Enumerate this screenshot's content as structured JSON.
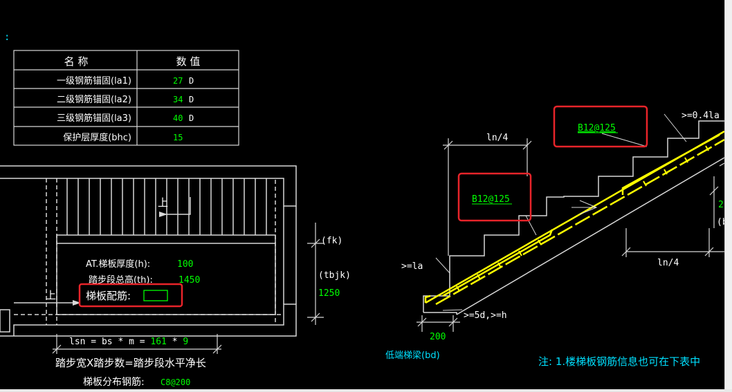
{
  "window": {
    "command_prompt": ":"
  },
  "table": {
    "headers": [
      "名 称",
      "数 值"
    ],
    "rows": [
      {
        "name": "一级钢筋锚固(la1)",
        "value": "27",
        "unit": "D"
      },
      {
        "name": "二级钢筋锚固(la2)",
        "value": "34",
        "unit": "D"
      },
      {
        "name": "三级钢筋锚固(la3)",
        "value": "40",
        "unit": "D"
      },
      {
        "name": "保护层厚度(bhc)",
        "value": "15",
        "unit": ""
      }
    ]
  },
  "plan": {
    "up_label_top": "上",
    "up_label_bottom": "上",
    "thickness_label": "AT.梯板厚度(h):",
    "thickness_value": "100",
    "height_label": "踏步段总高(th):",
    "height_value": "1450",
    "rebar_label": "梯板配筋:",
    "fk_label": "(fk)",
    "tbjk_label": "(tbjk)",
    "tbjk_value": "1250",
    "lsn_prefix": "lsn = bs * m = ",
    "lsn_bs": "161",
    "lsn_op": " * ",
    "lsn_m": "9",
    "caption": "踏步宽X踏步数=踏步段水平净长",
    "dist_label": "梯板分布钢筋:",
    "dist_value": "C8@200"
  },
  "section": {
    "rebar_upper": "B12@125",
    "rebar_lower": "B12@125",
    "ln4_top": "ln/4",
    "ln4_bottom": "ln/4",
    "anchor_top": ">=0.4la",
    "anchor_low": ">=la",
    "hook_label": ">=5d,>=h",
    "beam_width": "200",
    "beam_label": "低端梯梁(bd)",
    "note": "注: 1.楼梯板钢筋信息也可在下表中",
    "right_2": "2",
    "right_b": "(b"
  },
  "colors": {
    "background": "#000000",
    "line": "#d8d8d8",
    "value_green": "#00ff00",
    "rebar_yellow": "#ffff00",
    "highlight_red": "#e8242a",
    "note_cyan": "#00e0ff"
  }
}
